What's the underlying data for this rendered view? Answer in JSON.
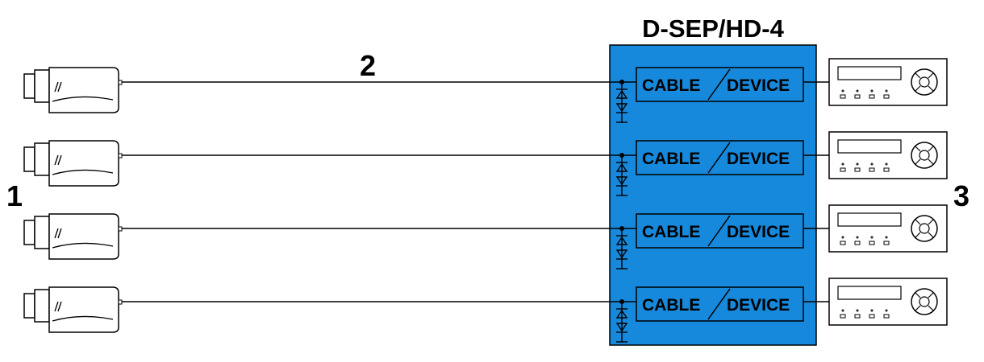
{
  "device": {
    "title": "D-SEP/HD-4",
    "fill": "#1689DC"
  },
  "labels": {
    "cameras": "1",
    "cable": "2",
    "recorders": "3"
  },
  "channels": [
    {
      "cable_label": "CABLE",
      "device_label": "DEVICE"
    },
    {
      "cable_label": "CABLE",
      "device_label": "DEVICE"
    },
    {
      "cable_label": "CABLE",
      "device_label": "DEVICE"
    },
    {
      "cable_label": "CABLE",
      "device_label": "DEVICE"
    }
  ],
  "icons": {
    "camera": "camera-icon",
    "recorder": "recorder-icon",
    "surge_protector": "tvs-diode-icon"
  }
}
